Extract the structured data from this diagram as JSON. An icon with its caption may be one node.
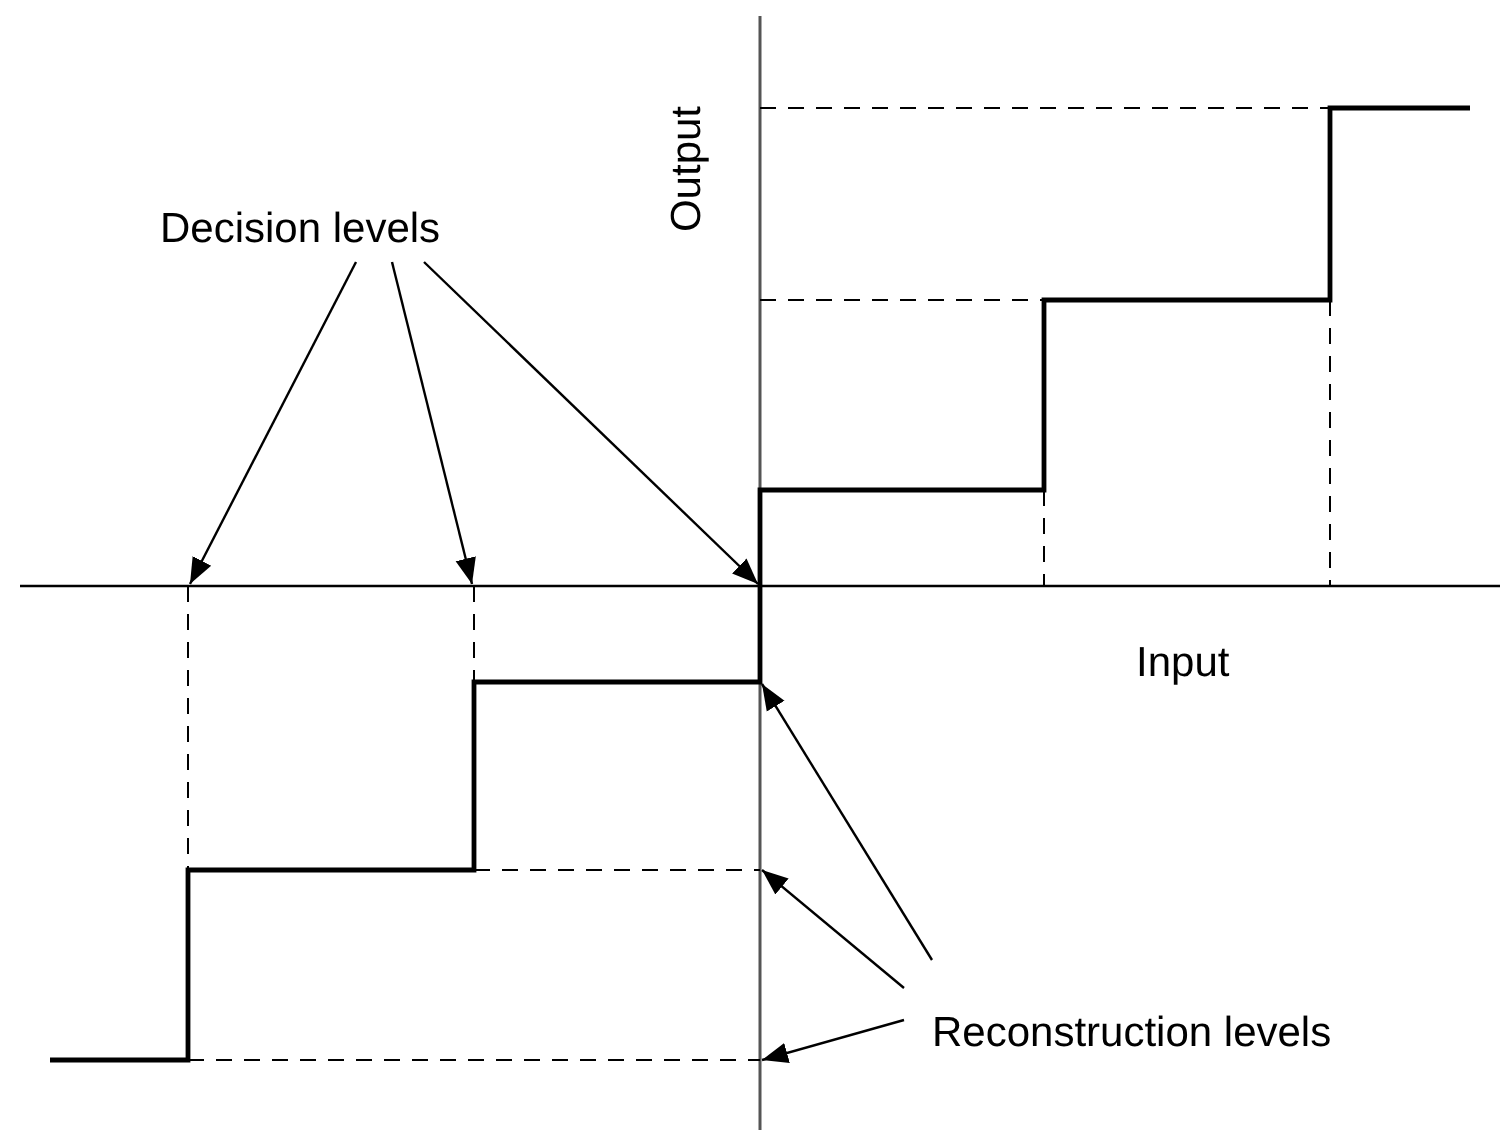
{
  "diagram": {
    "nodes": [
      {
        "text": [
          "Decision levels"
        ]
      },
      {
        "text": [
          "Reconstruction levels"
        ]
      }
    ],
    "edges": [
      {
        "from": 0,
        "to": null,
        "arrow": "to"
      },
      {
        "from": 0,
        "to": null,
        "arrow": "to"
      },
      {
        "from": 0,
        "to": null,
        "arrow": "to"
      },
      {
        "from": 1,
        "to": null,
        "arrow": "to"
      },
      {
        "from": 1,
        "to": null,
        "arrow": "to"
      },
      {
        "from": 1,
        "to": null,
        "arrow": "to"
      }
    ],
    "labels": [
      "Output",
      "Input"
    ]
  }
}
